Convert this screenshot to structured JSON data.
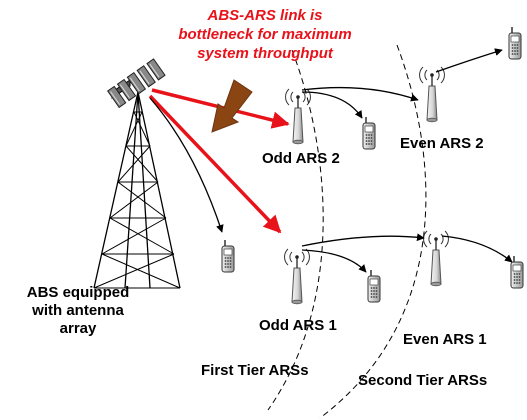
{
  "annotation": {
    "lines": [
      "ABS-ARS link is",
      "bottleneck for maximum",
      "system throughput"
    ],
    "color": "#e8121a"
  },
  "abs": {
    "label_lines": [
      "ABS equipped",
      "with antenna",
      "array"
    ]
  },
  "stations": {
    "odd_ars_2": "Odd ARS 2",
    "even_ars_2": "Even ARS 2",
    "odd_ars_1": "Odd ARS 1",
    "even_ars_1": "Even ARS 1"
  },
  "tiers": {
    "first": "First Tier ARSs",
    "second": "Second Tier ARSs"
  },
  "colors": {
    "link_red": "#e8121a",
    "arrow_brown": "#8b4513",
    "line": "#000000"
  },
  "icons": [
    "base-tower-icon",
    "relay-station-icon",
    "mobile-phone-icon",
    "antenna-panel-icon"
  ]
}
